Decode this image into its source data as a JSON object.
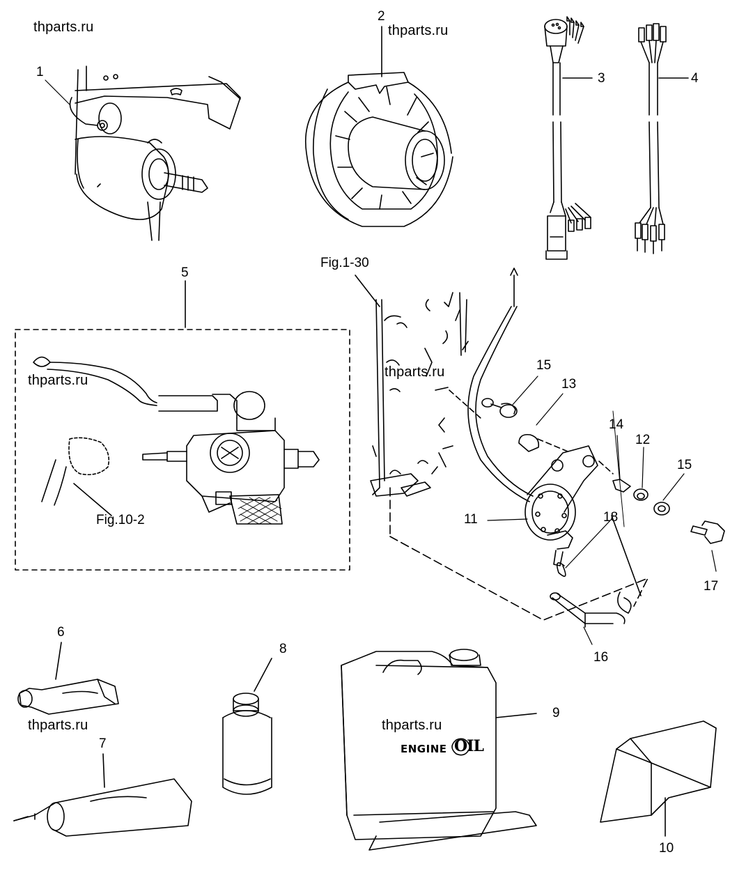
{
  "watermark": "thparts.ru",
  "callouts": {
    "p1": "1",
    "p2": "2",
    "p3": "3",
    "p4": "4",
    "p5": "5",
    "p6": "6",
    "p7": "7",
    "p8": "8",
    "p9": "9",
    "p10": "10",
    "p11": "11",
    "p12": "12",
    "p13": "13",
    "p14": "14",
    "p15a": "15",
    "p15b": "15",
    "p16": "16",
    "p17": "17",
    "p18": "18"
  },
  "references": {
    "fig_1_30": "Fig.1-30",
    "fig_10_2": "Fig.10-2"
  },
  "can_label": {
    "engine": "ENGINE",
    "oil": "OIL"
  }
}
